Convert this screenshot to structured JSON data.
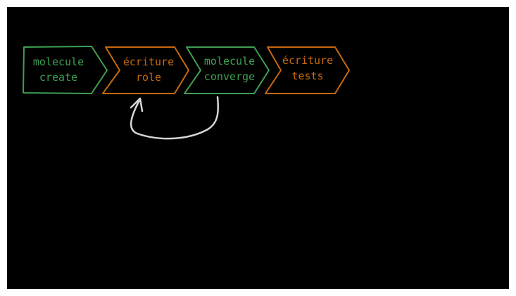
{
  "colors": {
    "green": "#3f9f52",
    "orange": "#c7690d",
    "arrow": "#d6d6d6",
    "background": "#000000"
  },
  "steps": [
    {
      "line1": "molecule",
      "line2": "create",
      "color": "green"
    },
    {
      "line1": "écriture",
      "line2": "role",
      "color": "orange"
    },
    {
      "line1": "molecule",
      "line2": "converge",
      "color": "green"
    },
    {
      "line1": "écriture",
      "line2": "tests",
      "color": "orange"
    }
  ],
  "loop_arrow": {
    "from": "molecule converge",
    "to": "écriture role"
  }
}
